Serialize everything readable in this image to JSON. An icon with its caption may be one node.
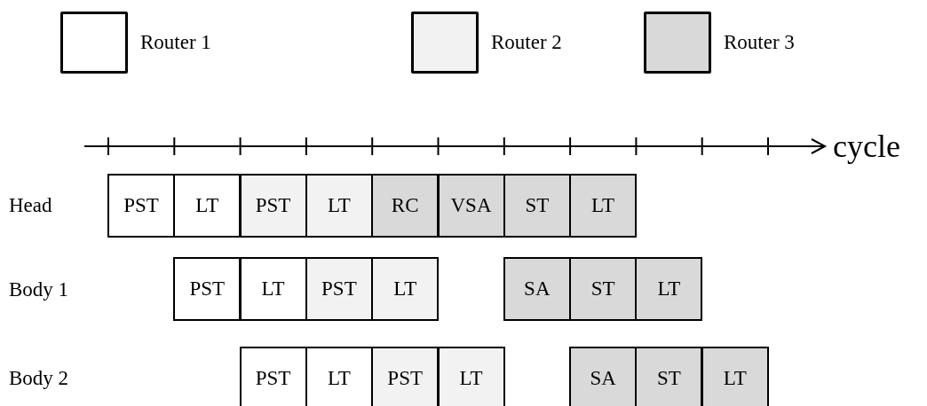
{
  "diagram": {
    "nodes": [
      {
        "text": [
          "PST"
        ]
      },
      {
        "text": [
          "LT"
        ]
      },
      {
        "text": [
          "PST"
        ]
      },
      {
        "text": [
          "LT"
        ]
      },
      {
        "text": [
          "RC"
        ]
      },
      {
        "text": [
          "VSA"
        ]
      },
      {
        "text": [
          "ST"
        ]
      },
      {
        "text": [
          "LT"
        ]
      },
      {
        "text": [
          "PST"
        ]
      },
      {
        "text": [
          "LT"
        ]
      },
      {
        "text": [
          "PST"
        ]
      },
      {
        "text": [
          "LT"
        ]
      },
      {
        "text": [
          "SA"
        ]
      },
      {
        "text": [
          "ST"
        ]
      },
      {
        "text": [
          "LT"
        ]
      },
      {
        "text": [
          "PST"
        ]
      },
      {
        "text": [
          "LT"
        ]
      },
      {
        "text": [
          "PST"
        ]
      },
      {
        "text": [
          "LT"
        ]
      },
      {
        "text": [
          "SA"
        ]
      },
      {
        "text": [
          "ST"
        ]
      },
      {
        "text": [
          "LT"
        ]
      }
    ],
    "labels": [
      "cycle",
      "Head",
      "Body 1",
      "Body 2"
    ],
    "legend": [
      {
        "text": "Router 1",
        "color": "#ffffff"
      },
      {
        "text": "Router 2",
        "color": "#f2f2f2"
      },
      {
        "text": "Router 3",
        "color": "#d9d9d9"
      }
    ]
  }
}
